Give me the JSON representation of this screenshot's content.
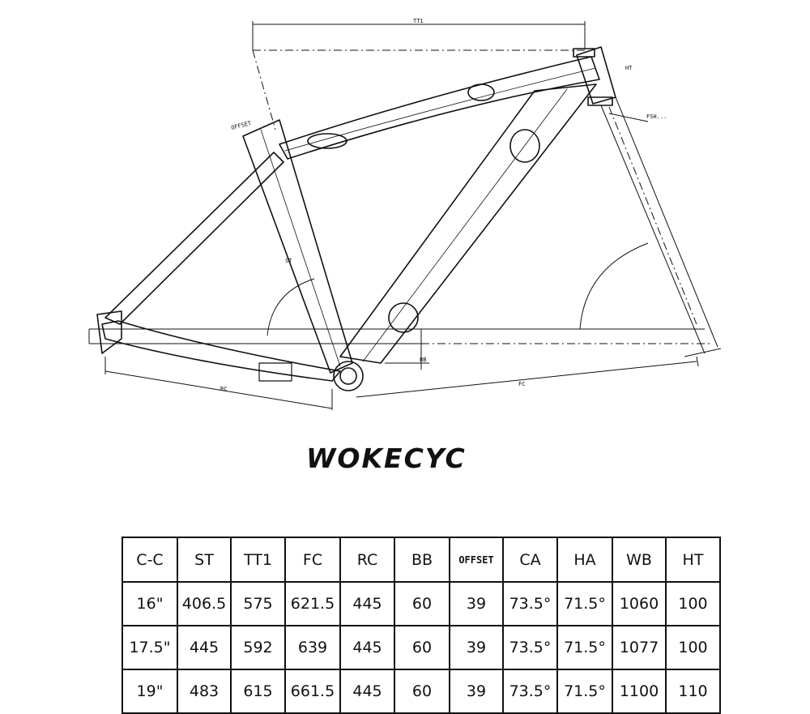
{
  "brand": "WOKECYC",
  "diagram": {
    "labels": {
      "tt": "TT1",
      "ht": "HT",
      "headset": "FSH...",
      "fc": "FC",
      "rc": "RC",
      "st": "ST",
      "offset": "OFFSET",
      "bb": "BB"
    }
  },
  "geometry_table": {
    "headers": [
      "C-C",
      "ST",
      "TT1",
      "FC",
      "RC",
      "BB",
      "OFFSET",
      "CA",
      "HA",
      "WB",
      "HT"
    ],
    "rows": [
      [
        "16\"",
        "406.5",
        "575",
        "621.5",
        "445",
        "60",
        "39",
        "73.5°",
        "71.5°",
        "1060",
        "100"
      ],
      [
        "17.5\"",
        "445",
        "592",
        "639",
        "445",
        "60",
        "39",
        "73.5°",
        "71.5°",
        "1077",
        "100"
      ],
      [
        "19\"",
        "483",
        "615",
        "661.5",
        "445",
        "60",
        "39",
        "73.5°",
        "71.5°",
        "1100",
        "110"
      ]
    ]
  }
}
